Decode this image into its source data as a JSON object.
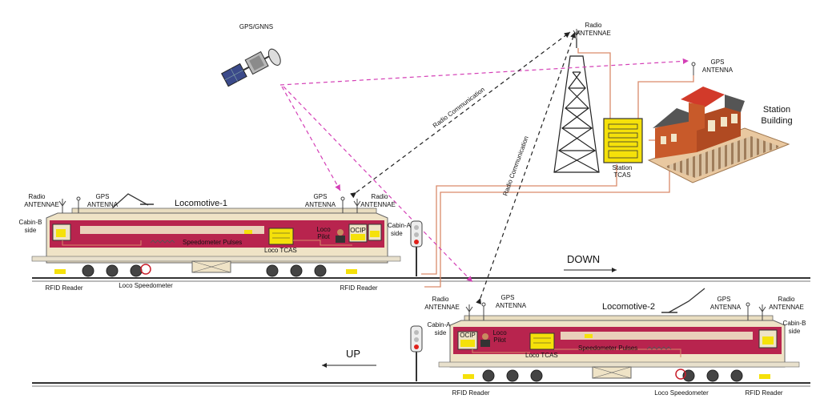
{
  "satellite": {
    "label": "GPS/GNNS"
  },
  "tower": {
    "label_line1": "Radio",
    "label_line2": "ANTENNAE"
  },
  "station_gps": {
    "label_line1": "GPS",
    "label_line2": "ANTENNA"
  },
  "station": {
    "label_line1": "Station",
    "label_line2": "Building"
  },
  "station_tcas": {
    "label_line1": "Station",
    "label_line2": "TCAS"
  },
  "radio_comm_labels": [
    "Radio Communication",
    "Radio Communication"
  ],
  "direction": {
    "down": "DOWN",
    "up": "UP"
  },
  "loco1": {
    "title": "Locomotive-1",
    "radio_antennae_left": [
      "Radio",
      "ANTENNAE"
    ],
    "gps_antenna_left": [
      "GPS",
      "ANTENNA"
    ],
    "gps_antenna_right": [
      "GPS",
      "ANTENNA"
    ],
    "radio_antennae_right": [
      "Radio",
      "ANTENNAE"
    ],
    "cabin_b": [
      "Cabin-B",
      "side"
    ],
    "cabin_a": [
      "Cabin-A",
      "side"
    ],
    "loco_pilot": [
      "Loco",
      "Pilot"
    ],
    "ocip": "OCIP",
    "speedometer_pulses": "Speedometer Pulses",
    "loco_tcas": "Loco TCAS",
    "rfid_left": "RFID Reader",
    "loco_speedometer": "Loco Speedometer",
    "rfid_right": "RFID Reader"
  },
  "loco2": {
    "title": "Locomotive-2",
    "radio_antennae_left": [
      "Radio",
      "ANTENNAE"
    ],
    "gps_antenna_left": [
      "GPS",
      "ANTENNA"
    ],
    "gps_antenna_right": [
      "GPS",
      "ANTENNA"
    ],
    "radio_antennae_right": [
      "Radio",
      "ANTENNAE"
    ],
    "cabin_a": [
      "Cabin-A",
      "side"
    ],
    "cabin_b": [
      "Cabin-B",
      "side"
    ],
    "loco_pilot": [
      "Loco",
      "Pilot"
    ],
    "ocip": "OCIP",
    "speedometer_pulses": "Speedometer Pulses",
    "loco_tcas": "Loco TCAS",
    "rfid_left": "RFID Reader",
    "loco_speedometer": "Loco Speedometer",
    "rfid_right": "RFID Reader"
  },
  "colors": {
    "body_red": "#b8244e",
    "body_cream": "#efe3c6",
    "tcas_yellow": "#f5e10a",
    "pink_dash": "#e040c0",
    "wire": "#d98a6a"
  }
}
